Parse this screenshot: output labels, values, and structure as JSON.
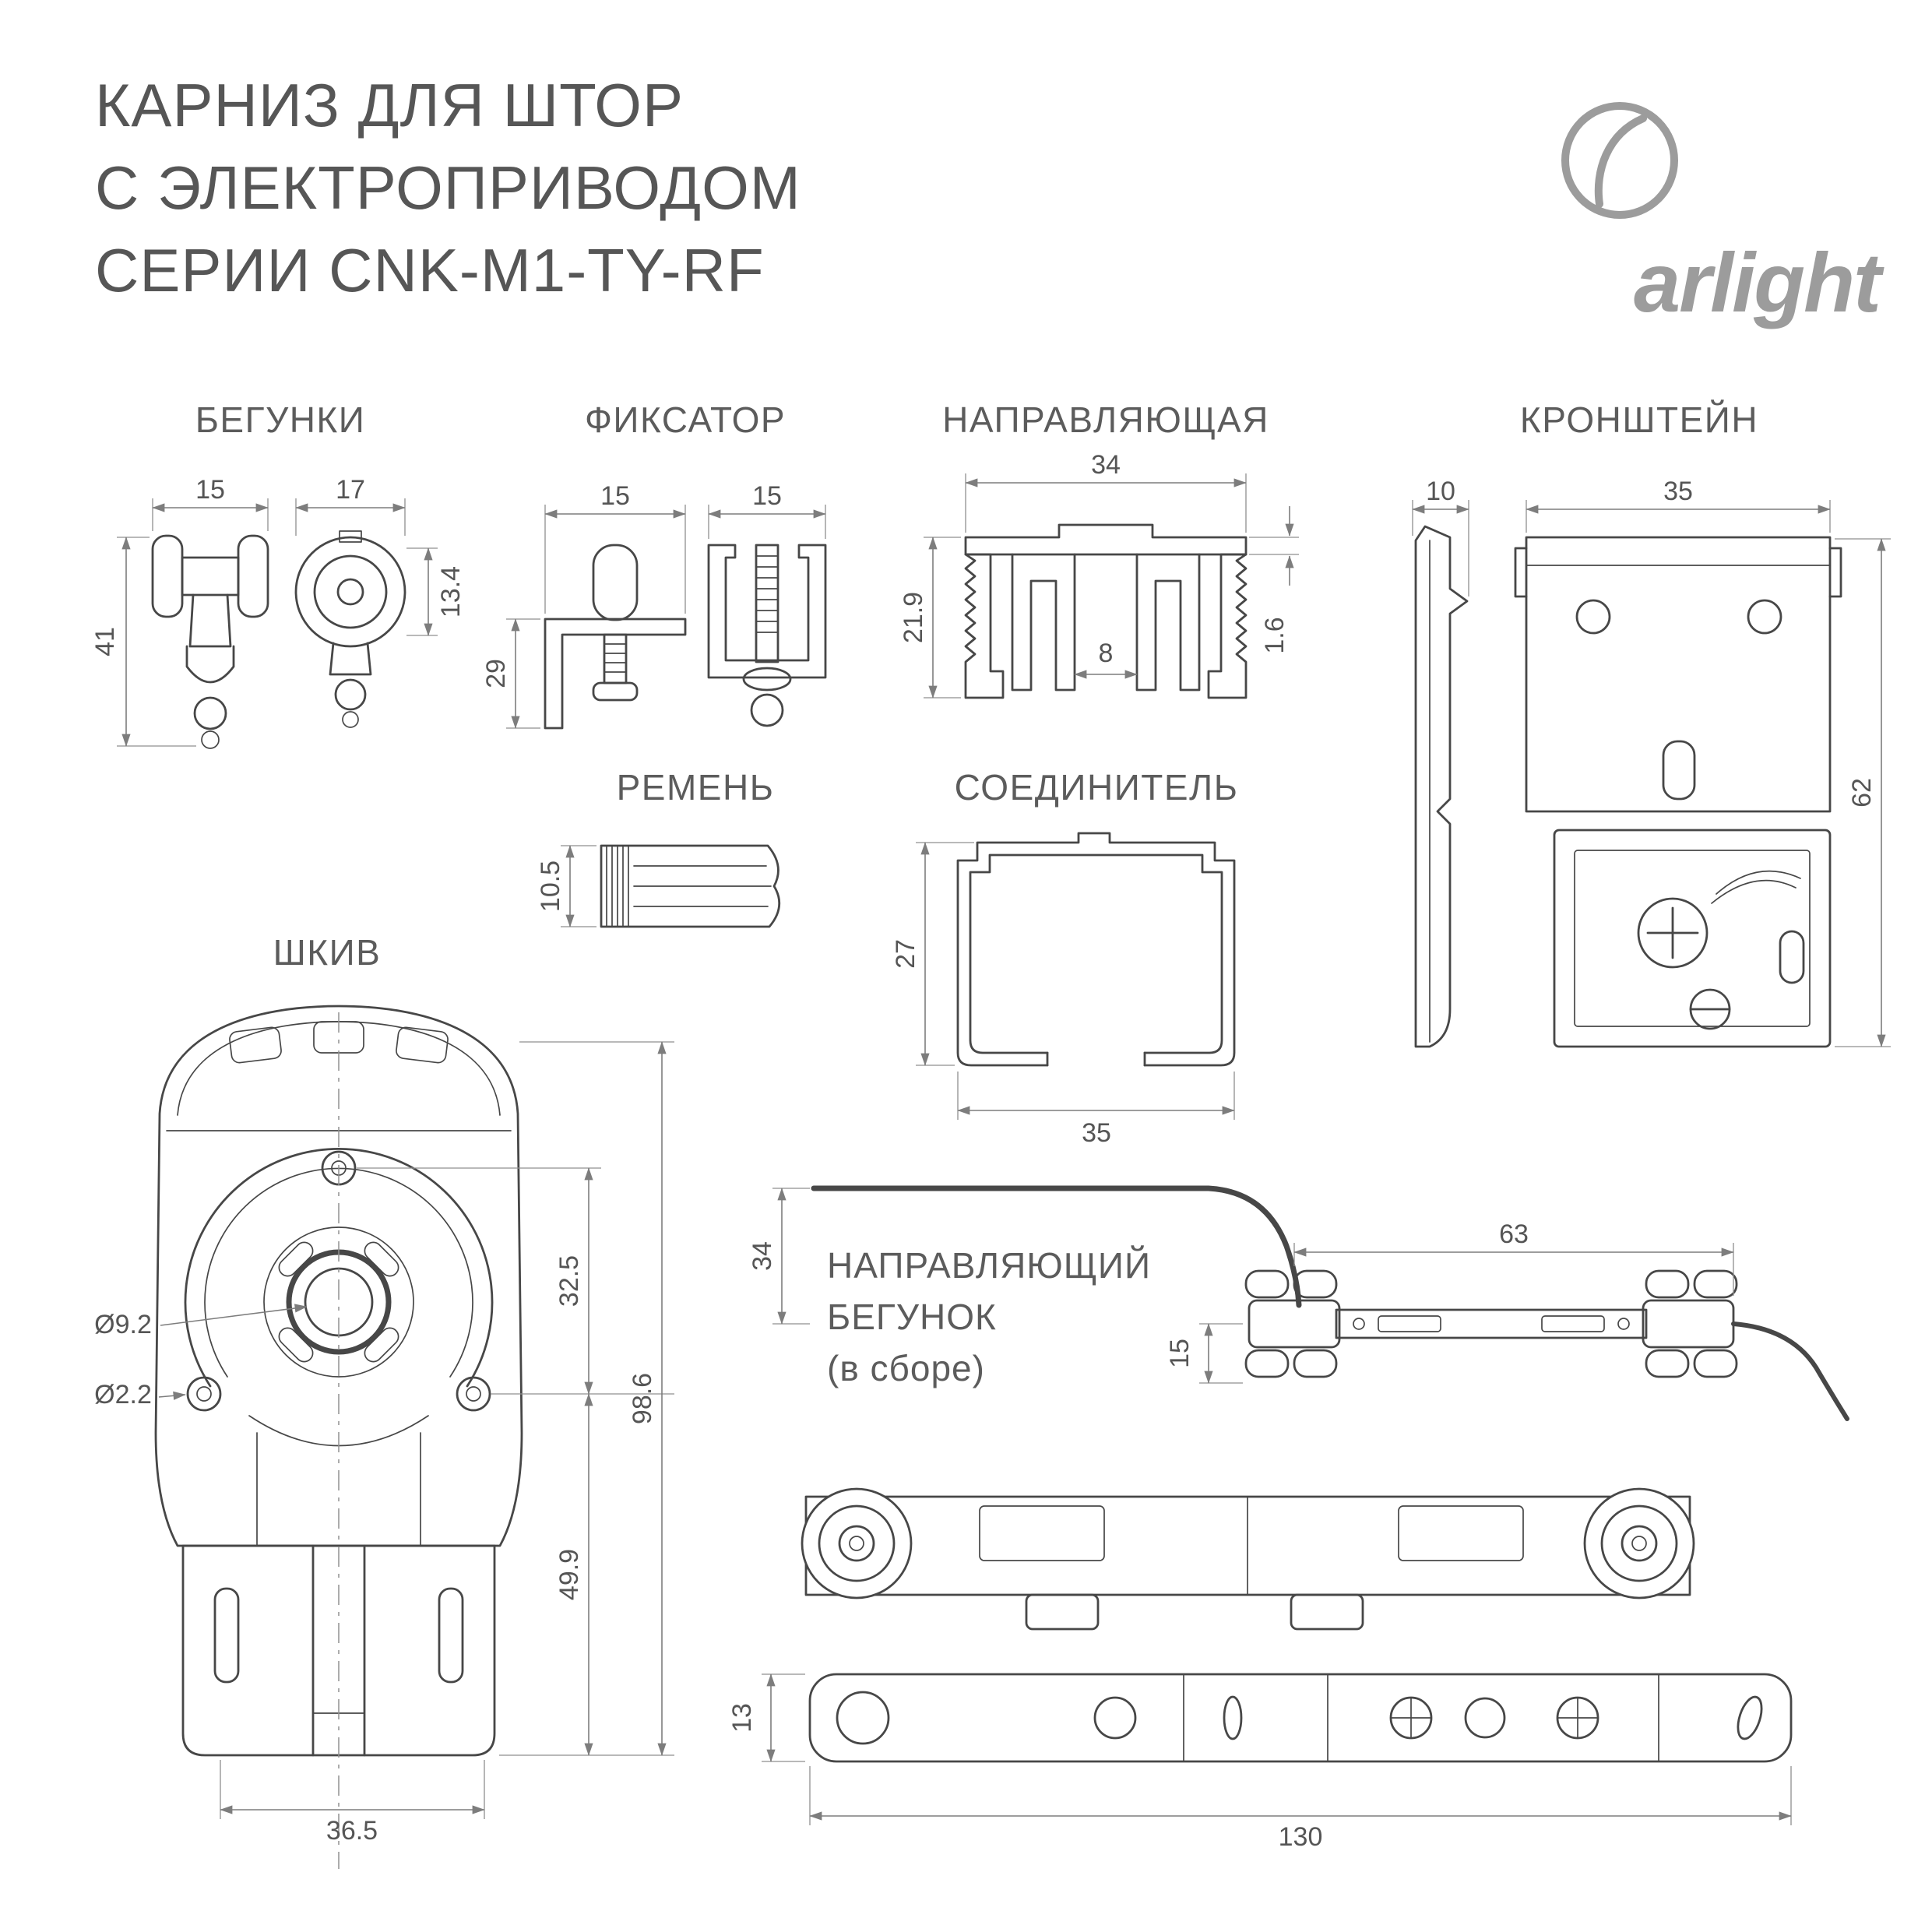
{
  "title": {
    "line1": "КАРНИЗ ДЛЯ ШТОР",
    "line2": "С ЭЛЕКТРОПРИВОДОМ",
    "line3": "СЕРИИ CNK-M1-TY-RF"
  },
  "logo": {
    "name": "arlight"
  },
  "colors": {
    "line": "#474747",
    "dim": "#7d7d7d",
    "text": "#565656",
    "logo": "#9c9c9c",
    "background": "#ffffff"
  },
  "sections": {
    "runners": {
      "label": "БЕГУНКИ",
      "dim_width_left": "15",
      "dim_width_right": "17",
      "dim_height": "41",
      "dim_roller": "13.4"
    },
    "fixator": {
      "label": "ФИКСАТОР",
      "dim_width_left": "15",
      "dim_width_right": "15",
      "dim_height": "29"
    },
    "rail": {
      "label": "НАПРАВЛЯЮЩАЯ",
      "dim_width": "34",
      "dim_height": "21.9",
      "dim_wall": "1.6",
      "dim_slot": "8"
    },
    "bracket": {
      "label": "КРОНШТЕЙН",
      "dim_depth": "10",
      "dim_width": "35",
      "dim_height": "62"
    },
    "belt": {
      "label": "РЕМЕНЬ",
      "dim_height": "10.5"
    },
    "connector": {
      "label": "СОЕДИНИТЕЛЬ",
      "dim_height": "27",
      "dim_width": "35"
    },
    "pulley": {
      "label": "ШКИВ",
      "dim_screw_span": "32.5",
      "dim_total_height": "98.6",
      "dim_lower_height": "49.9",
      "dim_hub_dia": "Ø9.2",
      "dim_screw_dia": "Ø2.2",
      "dim_feet_span": "36.5"
    },
    "guide_runner": {
      "label_line1": "НАПРАВЛЯЮЩИЙ",
      "label_line2": "БЕГУНОК",
      "label_line3": "(в сборе)",
      "dim_length_top": "63",
      "dim_arm_drop": "34",
      "dim_offset": "15",
      "dim_bar_height": "13",
      "dim_bar_length": "130"
    }
  }
}
